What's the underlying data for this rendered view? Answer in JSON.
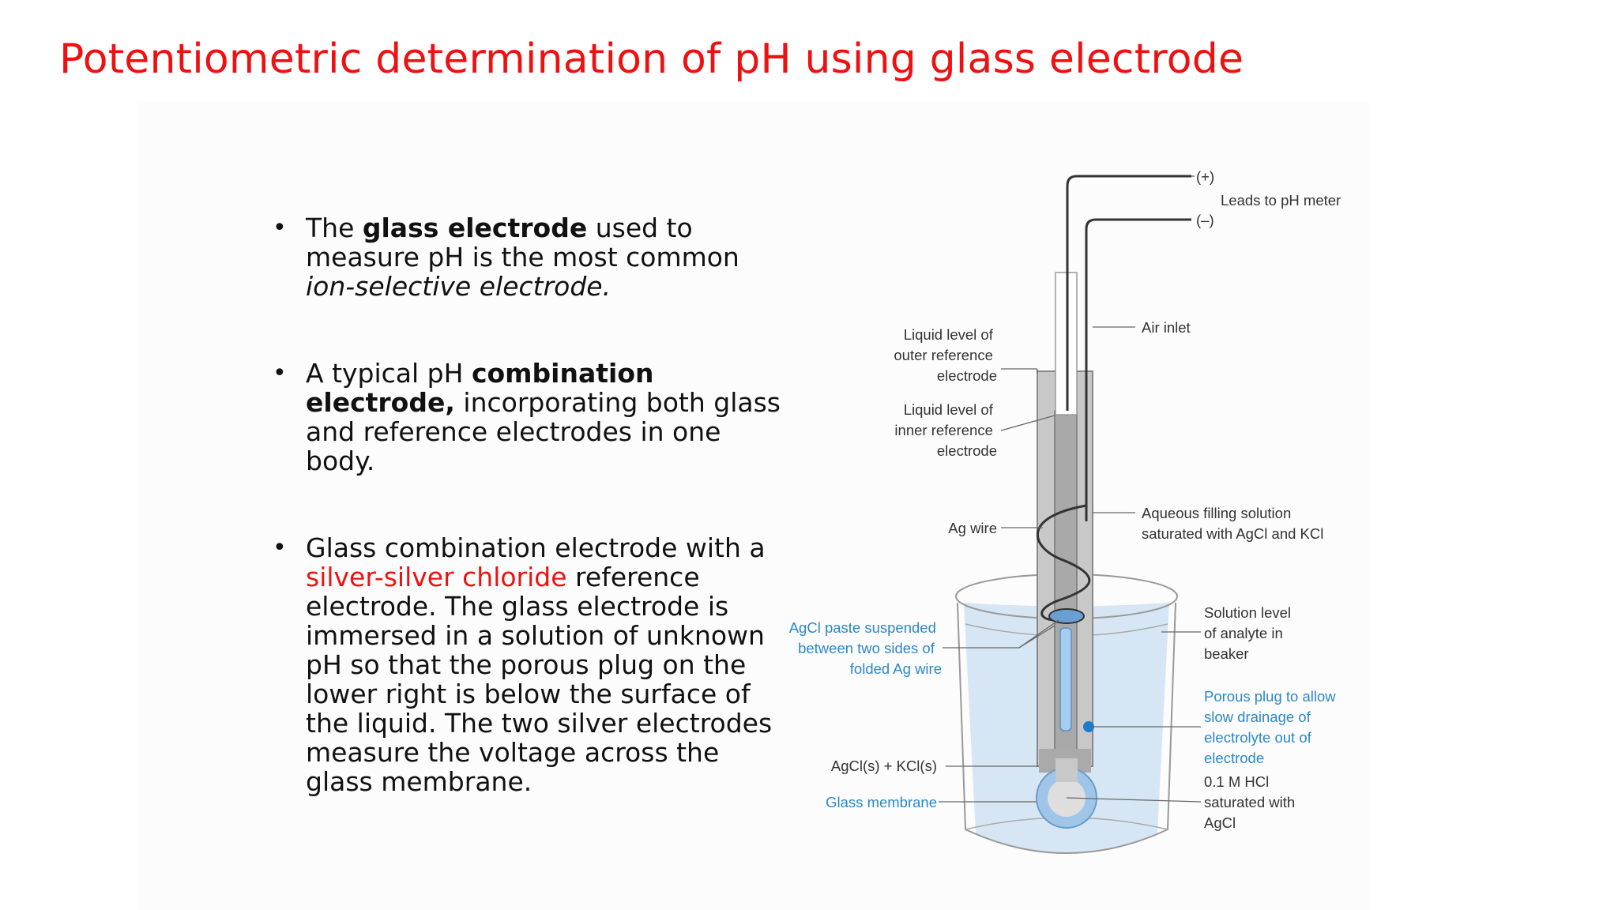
{
  "slide": {
    "title": "Potentiometric determination of pH using glass electrode"
  },
  "bullets": [
    {
      "t1": "The ",
      "b1": "glass electrode",
      "t2": " used to measure pH is the most common ",
      "i1": "ion-selective electrode."
    },
    {
      "t1": "A typical pH ",
      "b1": "combination electrode,",
      "t2": " incorporating both glass and reference electrodes in one body."
    },
    {
      "t1": "Glass combination electrode with a ",
      "r1": "silver-silver chloride",
      "t2": " reference electrode. The glass electrode is immersed in a solution of unknown pH so that the porous plug on the lower right is below the surface of the liquid. The two silver electrodes measure the voltage across the glass membrane."
    }
  ],
  "diagram": {
    "plus": "(+)",
    "minus": "(–)",
    "leads": "Leads to pH meter",
    "air_inlet": "Air inlet",
    "outer_level": [
      "Liquid level of",
      "outer reference",
      "electrode"
    ],
    "inner_level": [
      "Liquid level of",
      "inner reference",
      "electrode"
    ],
    "ag_wire": "Ag wire",
    "filling": [
      "Aqueous filling solution",
      "saturated with AgCl and KCl"
    ],
    "paste": [
      "AgCl paste suspended",
      "between two sides of",
      "folded Ag wire"
    ],
    "solution_level": [
      "Solution level",
      "of analyte in",
      "beaker"
    ],
    "porous_plug": [
      "Porous plug to allow",
      "slow drainage of",
      "electrolyte out of",
      "electrode"
    ],
    "agcl_kcl": "AgCl(s) + KCl(s)",
    "membrane": "Glass membrane",
    "hcl": [
      "0.1 M HCl",
      "saturated with",
      "AgCl"
    ]
  },
  "colors": {
    "title": "#ee1111",
    "highlight": "#ee1111",
    "label_blue": "#2a88c8",
    "solution": "#d6e6f4",
    "electrode_body": "#c8c8c8"
  }
}
